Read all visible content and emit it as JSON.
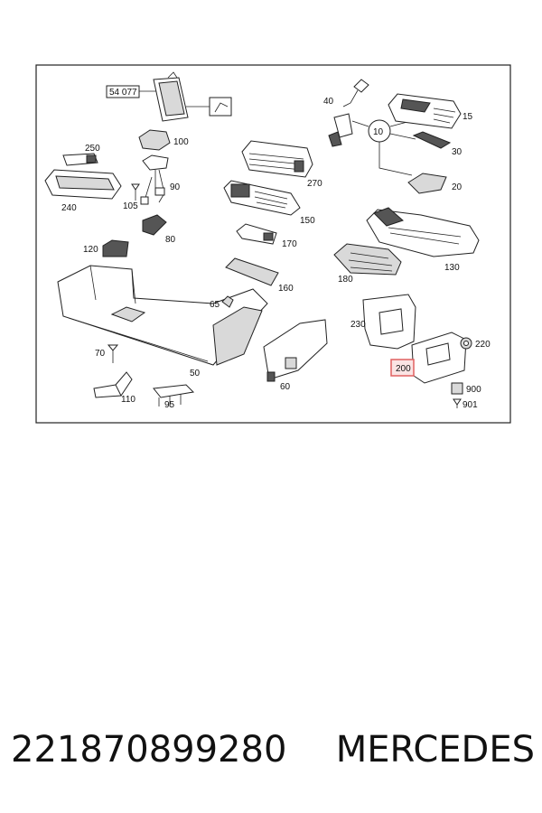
{
  "diagram": {
    "ref_box": "54 077",
    "highlight_color": "#e06060",
    "callouts": {
      "c15": "15",
      "c20": "20",
      "c30": "30",
      "c40": "40",
      "c10": "10",
      "c50": "50",
      "c60": "60",
      "c65": "65",
      "c70": "70",
      "c80": "80",
      "c90": "90",
      "c95": "95",
      "c100": "100",
      "c105": "105",
      "c110": "110",
      "c120": "120",
      "c130": "130",
      "c150": "150",
      "c160": "160",
      "c170": "170",
      "c180": "180",
      "c200": "200",
      "c220": "220",
      "c230": "230",
      "c240": "240",
      "c250": "250",
      "c270": "270",
      "c900": "900",
      "c901": "901"
    }
  },
  "caption": {
    "part_number": "221870899280",
    "brand": "MERCEDES"
  }
}
